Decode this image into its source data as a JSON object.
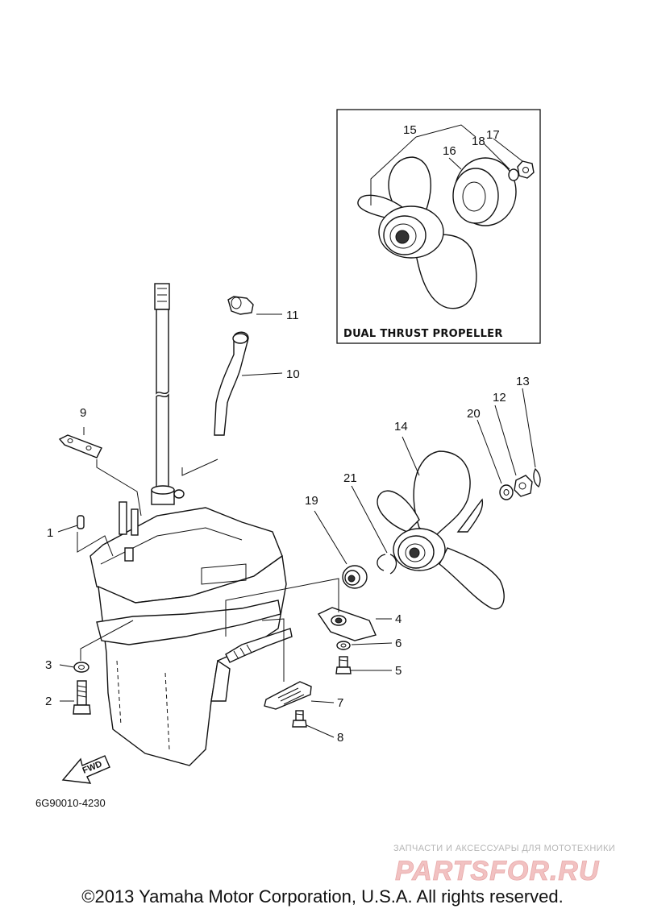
{
  "diagram": {
    "inset_title": "DUAL THRUST PROPELLER",
    "drawing_code": "6G90010-4230",
    "fwd_label": "FWD",
    "callouts": {
      "c1": "1",
      "c2": "2",
      "c3": "3",
      "c4": "4",
      "c5": "5",
      "c6": "6",
      "c7": "7",
      "c8": "8",
      "c9": "9",
      "c10": "10",
      "c11": "11",
      "c12": "12",
      "c13": "13",
      "c14": "14",
      "c15": "15",
      "c16": "16",
      "c17": "17",
      "c18": "18",
      "c19": "19",
      "c20": "20",
      "c21": "21"
    }
  },
  "watermark": {
    "tagline": "ЗАПЧАСТИ И АКСЕССУАРЫ ДЛЯ МОТОТЕХНИКИ",
    "brand": "PARTSFOR.RU"
  },
  "footer": {
    "copyright": "©2013 Yamaha Motor Corporation, U.S.A. All rights reserved."
  }
}
